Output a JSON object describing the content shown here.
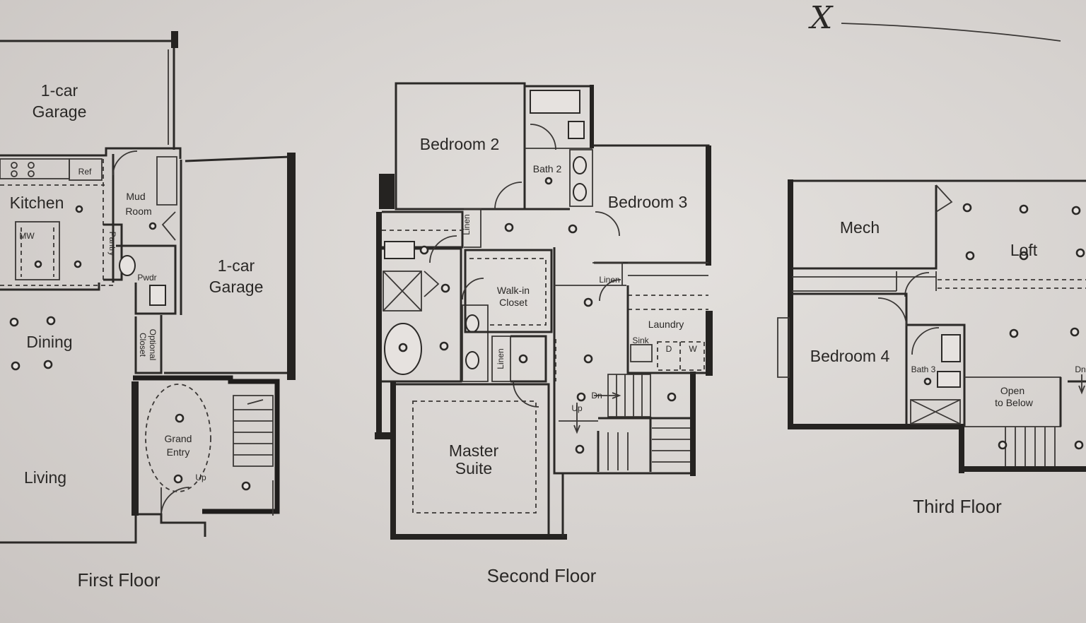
{
  "signature": {
    "mark": "X"
  },
  "first_floor": {
    "caption": "First Floor",
    "rooms": {
      "garage_a": [
        "1-car",
        "Garage"
      ],
      "kitchen": "Kitchen",
      "ref": "Ref",
      "mw": "MW",
      "mud_room": [
        "Mud",
        "Room"
      ],
      "pantry": "Pantry",
      "pwdr": "Pwdr",
      "garage_b": [
        "1-car",
        "Garage"
      ],
      "dining": "Dining",
      "optional_closet": [
        "Optional",
        "Closet"
      ],
      "grand_entry": [
        "Grand",
        "Entry"
      ],
      "up": "Up",
      "living": "Living"
    }
  },
  "second_floor": {
    "caption": "Second Floor",
    "rooms": {
      "bedroom2": "Bedroom 2",
      "bath2": "Bath 2",
      "bedroom3": "Bedroom 3",
      "linen_a": "Linen",
      "linen_b": "Linen",
      "linen_c": "Linen",
      "walk_in_closet": [
        "Walk-in",
        "Closet"
      ],
      "laundry": "Laundry",
      "sink": "Sink",
      "dryer": "D",
      "washer": "W",
      "dn": "Dn",
      "up": "Up",
      "master_suite": [
        "Master",
        "Suite"
      ]
    }
  },
  "third_floor": {
    "caption": "Third Floor",
    "rooms": {
      "mech": "Mech",
      "loft": "Loft",
      "bedroom4": "Bedroom 4",
      "bath3": "Bath 3",
      "open_to_below": [
        "Open",
        "to Below"
      ],
      "dn": "Dn"
    }
  }
}
